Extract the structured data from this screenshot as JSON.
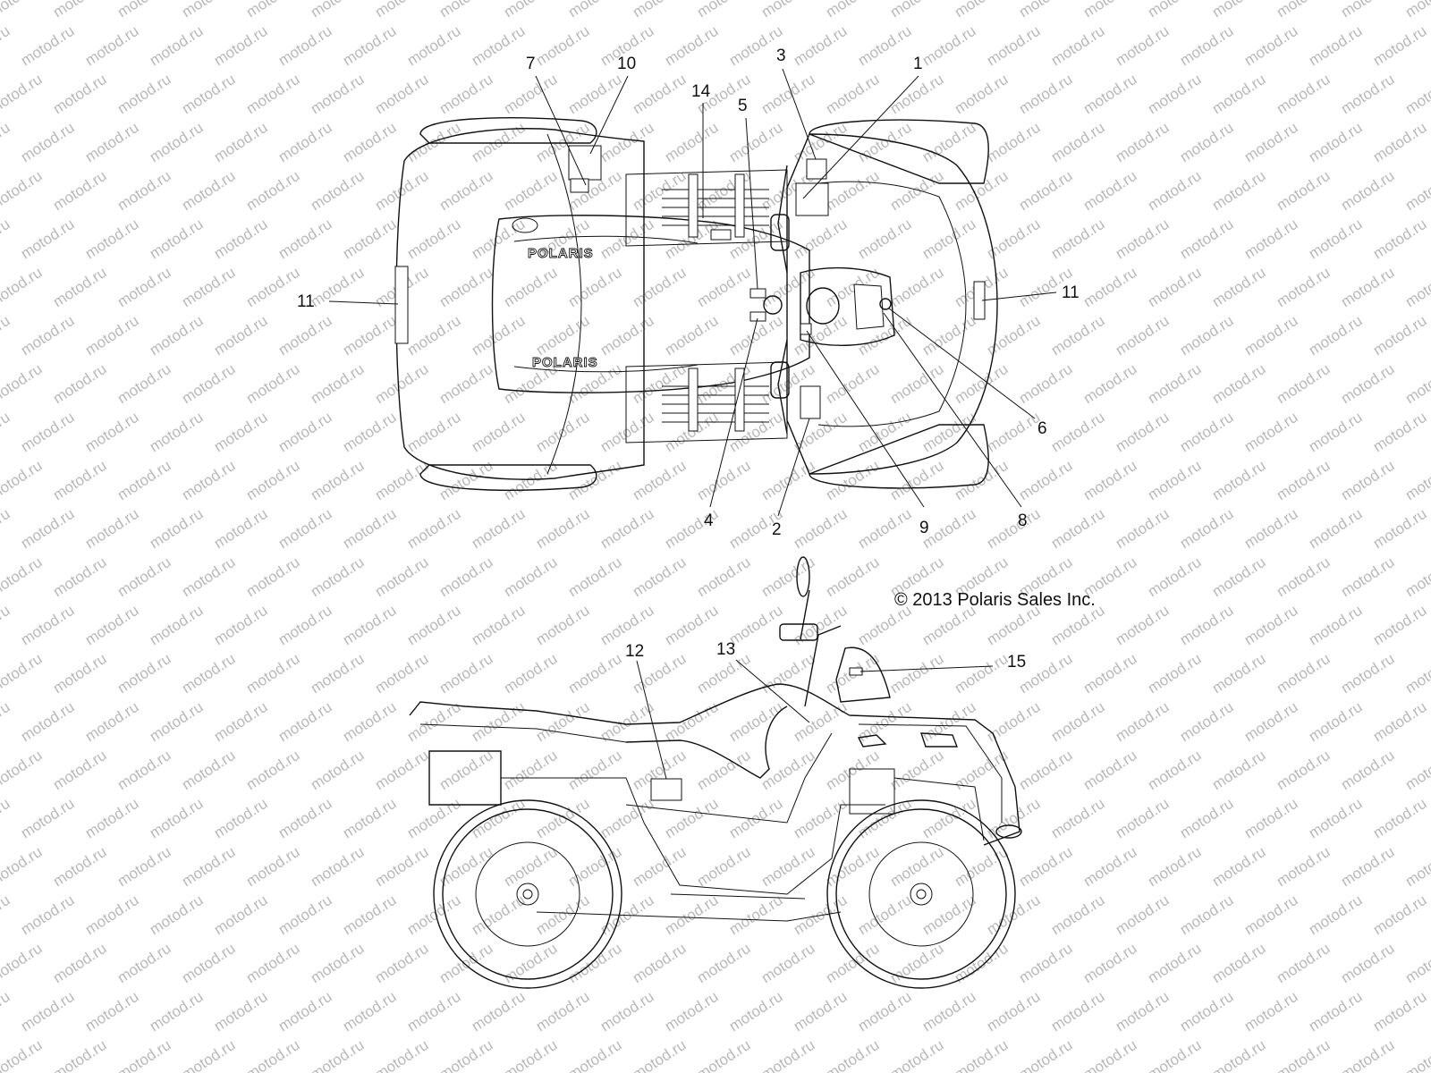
{
  "watermark": "motod.ru",
  "copyright": "© 2013 Polaris Sales Inc.",
  "brand_text": "POLARIS",
  "callouts": [
    "1",
    "2",
    "3",
    "4",
    "5",
    "6",
    "7",
    "8",
    "9",
    "10",
    "11",
    "11",
    "12",
    "13",
    "14",
    "15"
  ]
}
